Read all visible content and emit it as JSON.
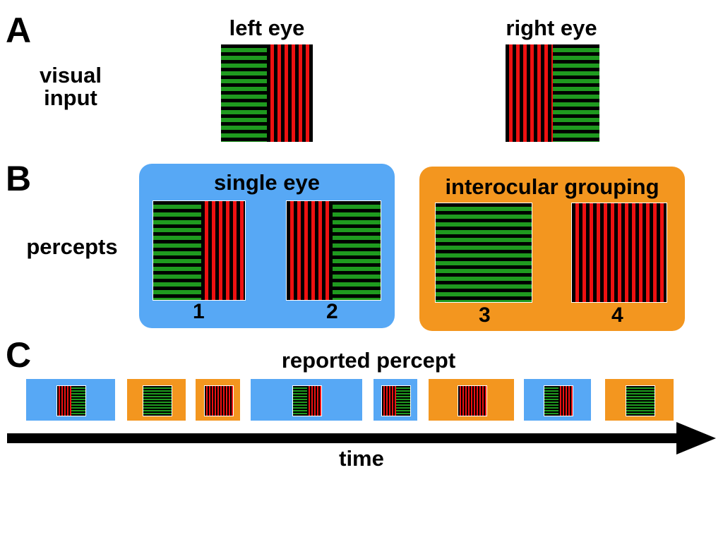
{
  "panels": {
    "a": "A",
    "b": "B",
    "c": "C"
  },
  "section_a": {
    "row_label": "visual\ninput",
    "left_title": "left eye",
    "right_title": "right eye"
  },
  "section_b": {
    "row_label": "percepts",
    "single_eye_title": "single eye",
    "interocular_title": "interocular grouping",
    "numbers": [
      "1",
      "2",
      "3",
      "4"
    ],
    "colors": {
      "single_eye": "#57a8f5",
      "interocular": "#f3961f"
    }
  },
  "section_c": {
    "title": "reported percept",
    "axis_label": "time",
    "sequence": [
      "2",
      "3",
      "4",
      "1",
      "2",
      "4",
      "1",
      "3"
    ]
  }
}
